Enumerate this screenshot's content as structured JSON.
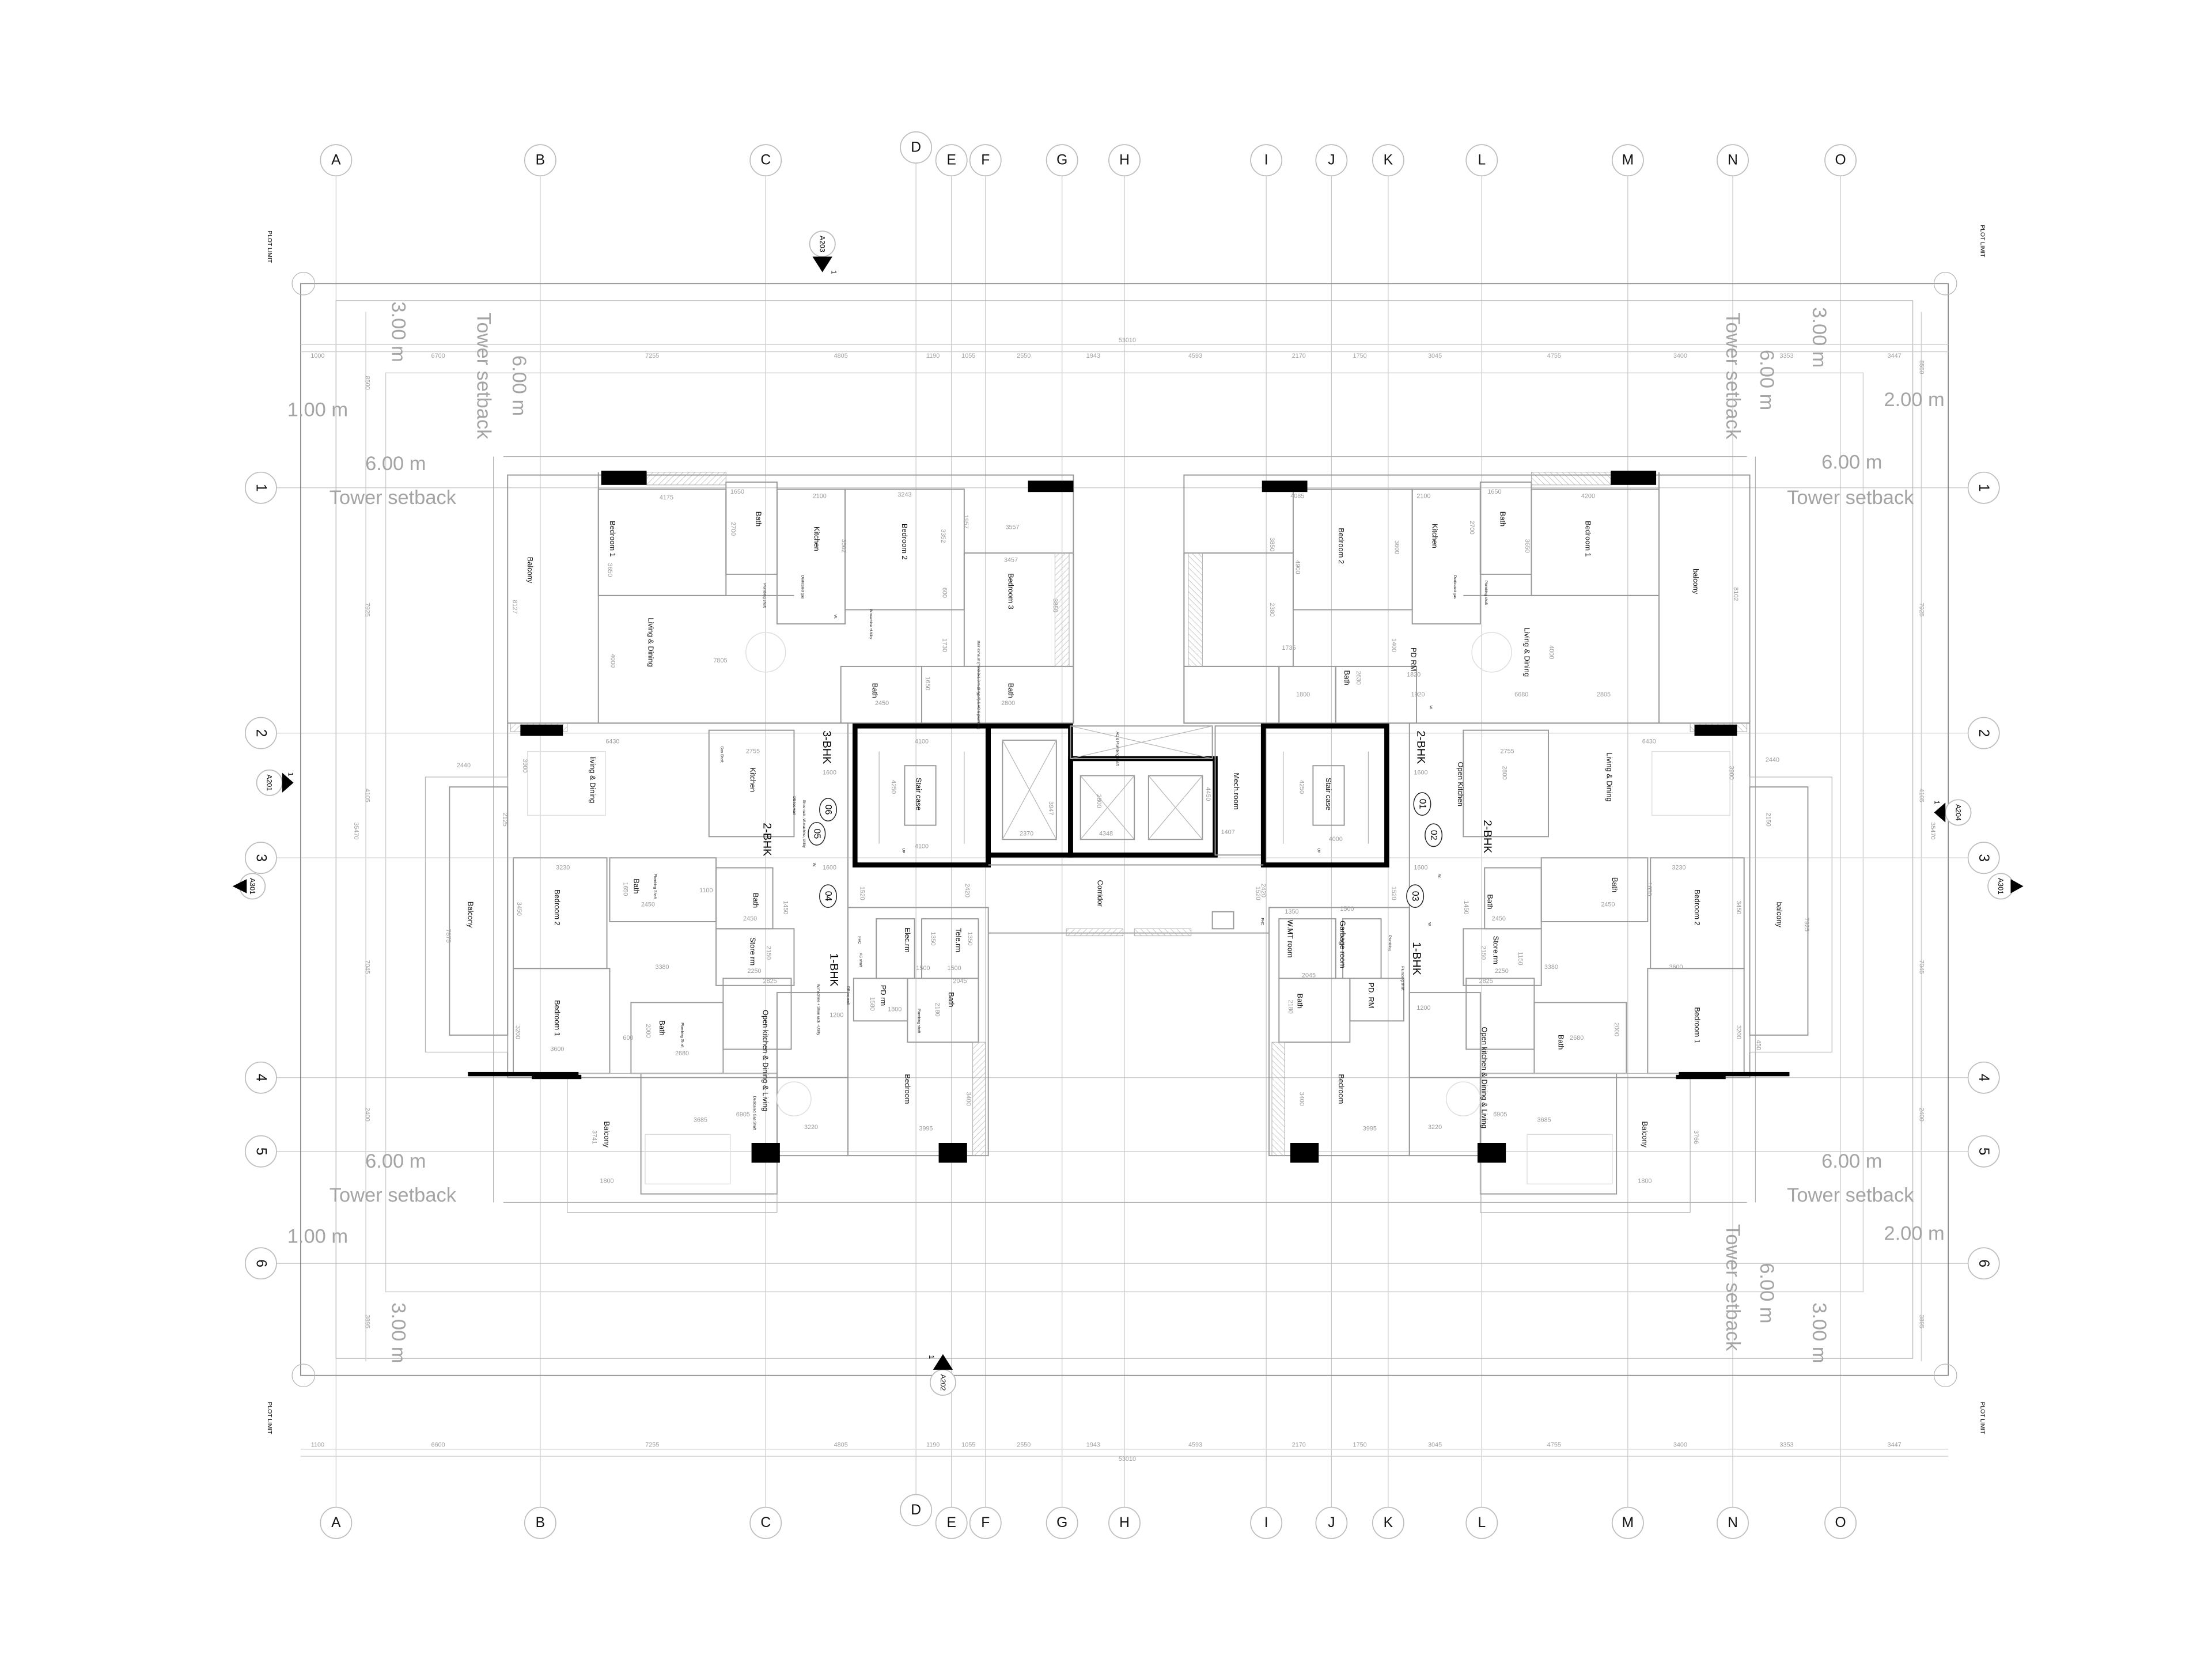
{
  "grid": {
    "columns": [
      "A",
      "B",
      "C",
      "D",
      "E",
      "F",
      "G",
      "H",
      "I",
      "J",
      "K",
      "L",
      "M",
      "N",
      "O"
    ],
    "rows": [
      "1",
      "2",
      "3",
      "4",
      "5",
      "6"
    ]
  },
  "plot_limit_label": "PLOT LIMIT",
  "setback_labels": {
    "tower_setback": "Tower setback",
    "six_m": "6.00 m",
    "three_m": "3.00 m",
    "one_m": "1.00 m",
    "two_m": "2.00 m"
  },
  "section_markers": {
    "top": "A203",
    "bottom": "A202",
    "left": "A201",
    "right": "A204",
    "left_section": "A301",
    "right_section": "A301",
    "sheet_no": "1"
  },
  "dimensions": {
    "top_total": "53010",
    "top": [
      "1000",
      "6700",
      "7255",
      "4805",
      "1190",
      "1055",
      "2550",
      "1943",
      "4593",
      "2170",
      "1750",
      "3045",
      "4755",
      "3400",
      "3353",
      "3447"
    ],
    "bottom_total": "53010",
    "bottom": [
      "1100",
      "6600",
      "7255",
      "4805",
      "1190",
      "1055",
      "2550",
      "1943",
      "4593",
      "2170",
      "1750",
      "3045",
      "4755",
      "3400",
      "3353",
      "3447"
    ],
    "left": [
      "8500",
      "7925",
      "4105",
      "35470",
      "7045",
      "2400",
      "3895"
    ],
    "right": [
      "8550",
      "7925",
      "4105",
      "35470",
      "7045",
      "2400",
      "3895"
    ]
  },
  "units": {
    "labels": [
      "3-BHK",
      "2-BHK",
      "1-BHK",
      "2-BHK",
      "2-BHK",
      "1-BHK"
    ],
    "numbers": [
      "06",
      "05",
      "04",
      "01",
      "02",
      "03"
    ]
  },
  "rooms": [
    "Balcony",
    "Bedroom 1",
    "Bath",
    "Kitchen",
    "Bedroom 2",
    "Bedroom 3",
    "Living & Dining",
    "Bath",
    "Bath",
    "living & Dining",
    "Kitchen",
    "Balcony",
    "Bedroom 2",
    "Bath",
    "Bath",
    "Store rm",
    "Bedroom 1",
    "Bath",
    "Open kitchen & Dining & Living",
    "Balcony",
    "Elec.rm",
    "Tele.rm",
    "PD rm",
    "Bath",
    "Bedroom",
    "Stair case",
    "Corridor",
    "Mech.room",
    "Stair case",
    "Bedroom 2",
    "Kitchen",
    "Bath",
    "Bedroom 1",
    "balcony",
    "Living & Dining",
    "PD RM",
    "Bath",
    "Open Kitchen",
    "Living & Dining",
    "Bath",
    "Bath",
    "Bedroom 2",
    "Store.rm",
    "balcony",
    "Bedroom 1",
    "Bath",
    "Open kitchen & Dining & Living",
    "Balcony",
    "W.MT room",
    "Garbage room",
    "PD. RM",
    "Bath",
    "Bedroom"
  ],
  "notes": [
    "Plumbing shaft",
    "Dedicated gas",
    "W.machine +Utility",
    "stair exhaust (min0.8x1.0 m @ typ.fl) & AC & plumbing",
    "W.",
    "Gas Shaft",
    "DB loc.wall",
    "Shoe rack, W.machine, Utility",
    "W.",
    "Plumbing Shaft",
    "Plumbing Shaft",
    "Dedicated Gas Shaft",
    "FHC",
    "AC shaft",
    "DB loc.wall",
    "W.machine + Shoe rack +Utility",
    "Plumbing shaft",
    "AC & Plumbing shaft",
    "UP",
    "UP",
    "FHC",
    "Plumbing shaft",
    "W.",
    "Plumbing",
    "Dedicated gas",
    "Plumbing shaft",
    "W.",
    "W."
  ],
  "room_dims": [
    "4175",
    "1650",
    "2100",
    "3243",
    "3650",
    "2700",
    "3502",
    "3352",
    "1957",
    "3557",
    "3457",
    "3850",
    "600",
    "1730",
    "4000",
    "7805",
    "2450",
    "2800",
    "1650",
    "8127",
    "6430",
    "2755",
    "3900",
    "2125",
    "2440",
    "7875",
    "3230",
    "3450",
    "1650",
    "2450",
    "1100",
    "3380",
    "2450",
    "1450",
    "2150",
    "2250",
    "3200",
    "3600",
    "600",
    "2000",
    "2680",
    "2825",
    "6905",
    "3685",
    "3220",
    "3741",
    "1800",
    "1600",
    "1600",
    "1200",
    "1520",
    "2420",
    "2420",
    "1520",
    "4100",
    "4100",
    "4250",
    "2370",
    "3947",
    "2800",
    "4348",
    "4450",
    "1407",
    "4000",
    "4250",
    "1350",
    "1500",
    "1350",
    "1500",
    "2045",
    "2180",
    "1580",
    "1800",
    "3400",
    "3995",
    "3995",
    "3400",
    "1350",
    "1500",
    "2045",
    "2180",
    "4085",
    "2100",
    "1650",
    "4200",
    "3850",
    "4900",
    "3600",
    "2700",
    "3650",
    "2380",
    "1735",
    "1400",
    "1820",
    "2630",
    "1800",
    "1920",
    "6680",
    "2805",
    "8102",
    "4000",
    "6430",
    "2755",
    "3900",
    "2440",
    "2150",
    "7925",
    "3230",
    "3450",
    "1650",
    "2450",
    "2450",
    "1450",
    "2150",
    "2250",
    "3380",
    "3600",
    "3200",
    "2680",
    "2000",
    "2825",
    "6905",
    "3685",
    "3220",
    "3766",
    "1800",
    "450",
    "1150",
    "2800",
    "1200",
    "1600",
    "1600",
    "1520"
  ]
}
